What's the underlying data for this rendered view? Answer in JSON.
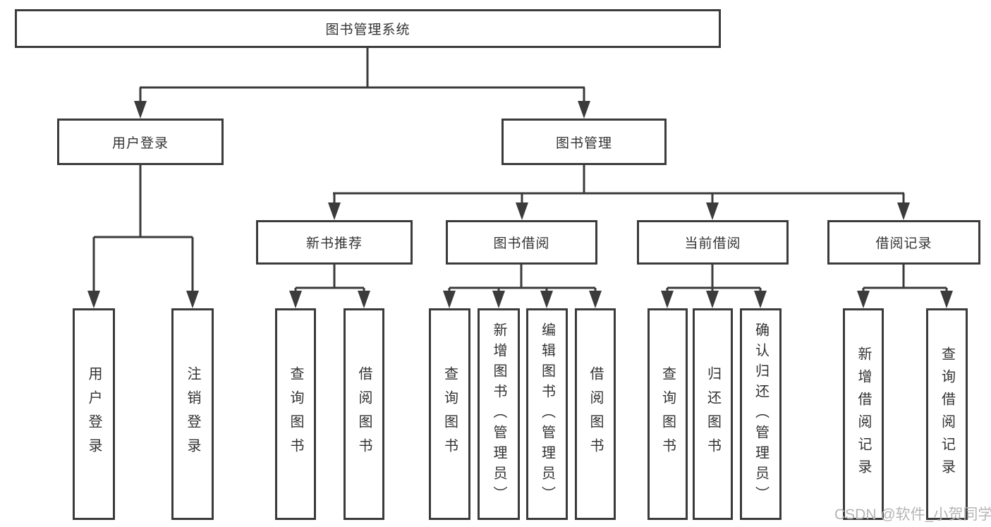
{
  "watermark": "CSDN @软件_小贺同学",
  "colors": {
    "line": "#3b3b3b",
    "text": "#333333",
    "watermark_gray": "#b5b5b5"
  },
  "tree": {
    "root": {
      "label": "图书管理系统"
    },
    "login": {
      "label": "用户登录",
      "children": [
        "用户登录",
        "注销登录"
      ]
    },
    "management": {
      "label": "图书管理",
      "sections": [
        {
          "label": "新书推荐",
          "children": [
            "查询图书",
            "借阅图书"
          ]
        },
        {
          "label": "图书借阅",
          "children": [
            "查询图书",
            "新增图书（管理员）",
            "编辑图书（管理员）",
            "借阅图书"
          ]
        },
        {
          "label": "当前借阅",
          "children": [
            "查询图书",
            "归还图书",
            "确认归还（管理员）"
          ]
        },
        {
          "label": "借阅记录",
          "children": [
            "新增借阅记录",
            "查询借阅记录"
          ]
        }
      ]
    }
  }
}
